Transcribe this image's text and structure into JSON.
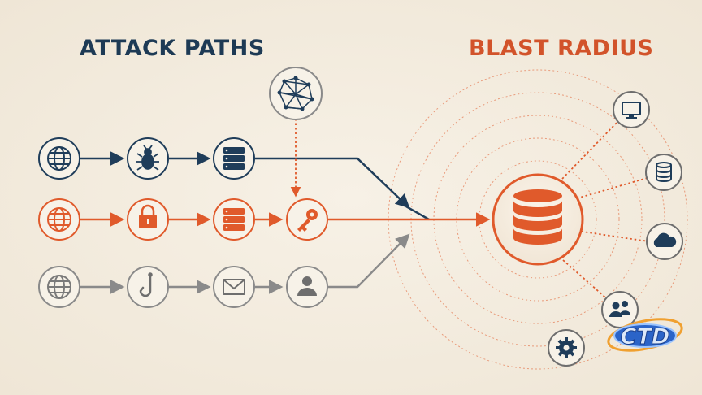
{
  "titles": {
    "left": "ATTACK PATHS",
    "right": "BLAST RADIUS"
  },
  "colors": {
    "navy": "#1f3d5a",
    "orange": "#e05a2b",
    "grey": "#8a8a8a",
    "background": "#f3ecdf"
  },
  "attack_paths": [
    {
      "style": "navy",
      "nodes": [
        "globe-icon",
        "bug-icon",
        "server-icon"
      ]
    },
    {
      "style": "orange",
      "nodes": [
        "globe-icon",
        "lock-icon",
        "server-icon",
        "key-icon"
      ]
    },
    {
      "style": "grey",
      "nodes": [
        "globe-icon",
        "fishhook-icon",
        "envelope-icon",
        "user-icon"
      ]
    }
  ],
  "lateral_source": "network-mesh-icon",
  "target": "database-icon",
  "blast_targets": [
    "monitor-icon",
    "database-icon",
    "cloud-icon",
    "users-icon",
    "gear-icon"
  ],
  "watermark_text": "CTD"
}
